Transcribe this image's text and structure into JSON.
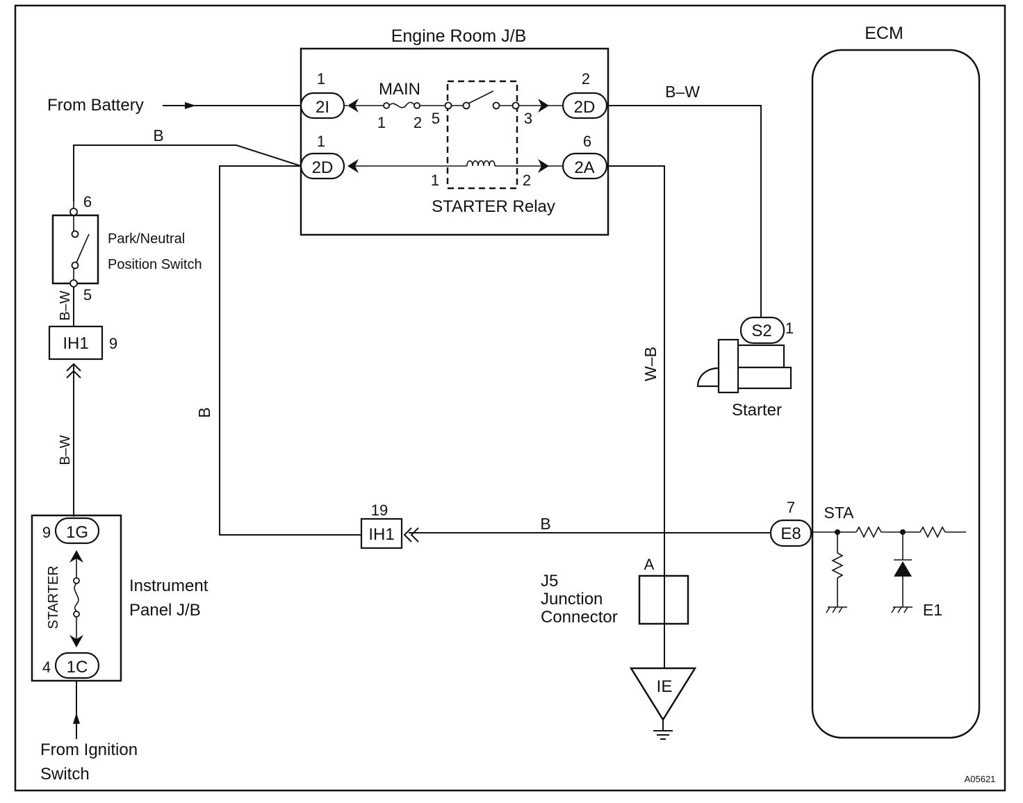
{
  "labels": {
    "engine_room_jb": "Engine Room J/B",
    "ecm": "ECM",
    "from_battery": "From Battery",
    "main_fuse": "MAIN",
    "starter_relay": "STARTER Relay",
    "park_neutral_1": "Park/Neutral",
    "park_neutral_2": "Position Switch",
    "instrument_panel_1": "Instrument",
    "instrument_panel_2": "Panel J/B",
    "starter_fuse": "STARTER",
    "from_ignition_1": "From  Ignition",
    "from_ignition_2": "Switch",
    "starter": "Starter",
    "j5_1": "J5",
    "j5_2": "Junction",
    "j5_3": "Connector",
    "sta": "STA",
    "e1": "E1",
    "figure_code": "A05621"
  },
  "connectors": {
    "c2i": "2I",
    "c2d_top": "2D",
    "c2d_mid": "2D",
    "c2a": "2A",
    "ih1_top": "IH1",
    "ih1_bottom": "IH1",
    "c1g": "1G",
    "c1c": "1C",
    "s2": "S2",
    "e8": "E8",
    "ie": "IE"
  },
  "pins": {
    "p2i": "1",
    "p2d_top": "2",
    "p2d_mid": "1",
    "p2a": "6",
    "fuse_in": "1",
    "fuse_out": "2",
    "relay_5": "5",
    "relay_3": "3",
    "coil_1": "1",
    "coil_2": "2",
    "pns_6": "6",
    "pns_5": "5",
    "ih1_top": "9",
    "ih1_bottom": "19",
    "p1g": "9",
    "p1c": "4",
    "s2": "1",
    "e8": "7",
    "j5_a": "A"
  },
  "wires": {
    "bw_top": "B–W",
    "b_top": "B",
    "bw_pns": "B–W",
    "bw_left": "B–W",
    "b_left": "B",
    "wb": "W–B",
    "b_bottom": "B"
  }
}
